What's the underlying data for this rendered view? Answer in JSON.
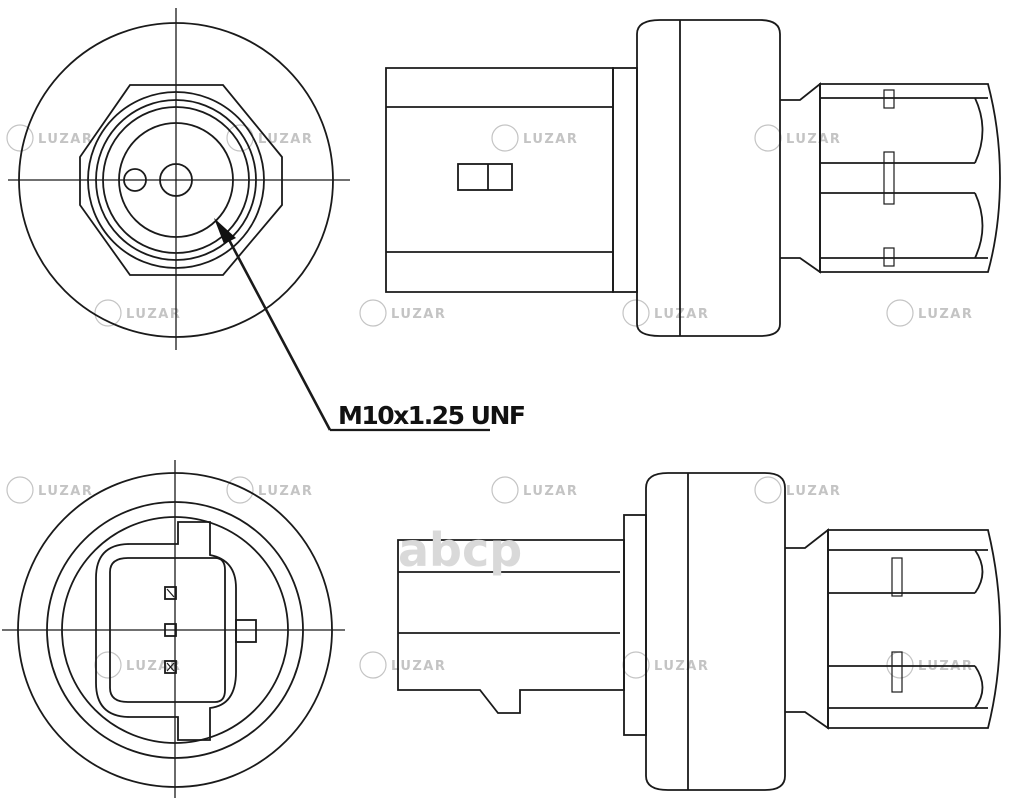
{
  "callout": {
    "thread_label": "M10x1.25 UNF"
  },
  "watermarks": {
    "brand_text": "LUZAR",
    "overlay_text": "abcp"
  },
  "colors": {
    "line": "#1a1a1a",
    "watermark": "#c4c4c4",
    "overlay": "#d9d9d9",
    "background": "#ffffff"
  }
}
